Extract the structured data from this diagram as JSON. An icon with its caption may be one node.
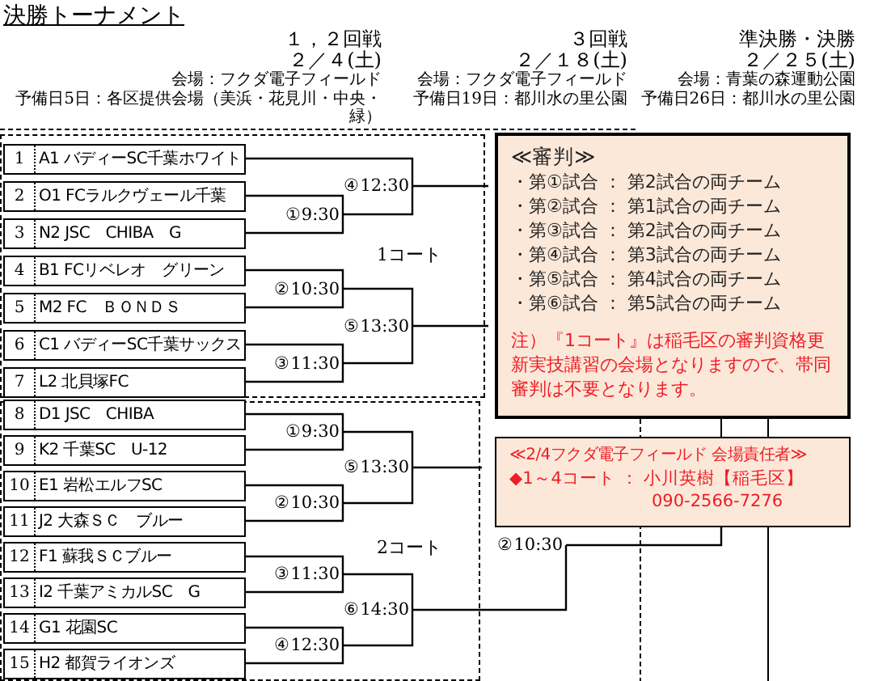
{
  "diagram": {
    "title": "決勝トーナメント",
    "nodes": [
      {
        "text": [
          "1コート"
        ]
      },
      {
        "text": [
          "1",
          "A1 バディーSC千葉ホワイト"
        ],
        "in": 0
      },
      {
        "text": [
          "2",
          "O1 FCラルクヴェール千葉"
        ],
        "in": 0
      },
      {
        "text": [
          "3",
          "N2 JSC　CHIBA　G"
        ],
        "in": 0
      },
      {
        "text": [
          "4",
          "B1 FCリベレオ　グリーン"
        ],
        "in": 0
      },
      {
        "text": [
          "5",
          "M2 FC　ＢＯＮＤＳ"
        ],
        "in": 0
      },
      {
        "text": [
          "6",
          "C1 バディーSC千葉サックス"
        ],
        "in": 0
      },
      {
        "text": [
          "7",
          "L2 北貝塚FC"
        ],
        "in": 0
      },
      {
        "text": [
          "④12:30"
        ],
        "in": 0
      },
      {
        "text": [
          "①9:30"
        ],
        "in": 0
      },
      {
        "text": [
          "②10:30"
        ],
        "in": 0
      },
      {
        "text": [
          "⑤13:30"
        ],
        "in": 0
      },
      {
        "text": [
          "③11:30"
        ],
        "in": 0
      },
      {
        "text": [
          "≪審判≫",
          "・第①試合 ： 第2試合の両チーム",
          "・第②試合 ： 第1試合の両チーム",
          "・第③試合 ： 第2試合の両チーム",
          "・第④試合 ： 第3試合の両チーム",
          "・第⑤試合 ： 第4試合の両チーム",
          "・第⑥試合 ： 第5試合の両チーム",
          "注）『1コート』は稲毛区の審判資格更新実技講習の会場となりますので、帯同審判は不要となります。"
        ]
      },
      {
        "text": [
          "2コート"
        ]
      },
      {
        "text": [
          "8",
          "D1 JSC　CHIBA"
        ],
        "in": 14
      },
      {
        "text": [
          "9",
          "K2 千葉SC　U-12"
        ],
        "in": 14
      },
      {
        "text": [
          "10",
          "E1 岩松エルフSC"
        ],
        "in": 14
      },
      {
        "text": [
          "11",
          "J2 大森ＳＣ　ブルー"
        ],
        "in": 14
      },
      {
        "text": [
          "12",
          "F1 蘇我ＳＣブルー"
        ],
        "in": 14
      },
      {
        "text": [
          "13",
          "I2 千葉アミカルSC　G"
        ],
        "in": 14
      },
      {
        "text": [
          "14",
          "G1 花園SC"
        ],
        "in": 14
      },
      {
        "text": [
          "15",
          "H2 都賀ライオンズ"
        ],
        "in": 14
      },
      {
        "text": [
          "①9:30"
        ],
        "in": 14
      },
      {
        "text": [
          "⑤13:30"
        ],
        "in": 14
      },
      {
        "text": [
          "②10:30"
        ],
        "in": 14
      },
      {
        "text": [
          "③11:30"
        ],
        "in": 14
      },
      {
        "text": [
          "⑥14:30"
        ],
        "in": 14
      },
      {
        "text": [
          "④12:30"
        ],
        "in": 14
      },
      {
        "text": [
          "≪2/4フクダ電子フィールド 会場責任者≫",
          "◆1～4コート ： 小川英樹【稲毛区】",
          "090-2566-7276"
        ]
      },
      {
        "text": [
          "②10:30"
        ]
      }
    ],
    "edges": [
      {
        "from": 1,
        "to": 8,
        "arrow": "none"
      },
      {
        "from": 2,
        "to": 9,
        "arrow": "none"
      },
      {
        "from": 3,
        "to": 9,
        "arrow": "none"
      },
      {
        "from": 9,
        "to": 8,
        "arrow": "none"
      },
      {
        "from": 4,
        "to": 10,
        "arrow": "none"
      },
      {
        "from": 5,
        "to": 10,
        "arrow": "none"
      },
      {
        "from": 6,
        "to": 12,
        "arrow": "none"
      },
      {
        "from": 7,
        "to": 12,
        "arrow": "none"
      },
      {
        "from": 10,
        "to": 11,
        "arrow": "none"
      },
      {
        "from": 12,
        "to": 11,
        "arrow": "none"
      },
      {
        "from": 8,
        "to": null,
        "arrow": "none"
      },
      {
        "from": 11,
        "to": null,
        "arrow": "none"
      },
      {
        "from": 15,
        "to": 23,
        "arrow": "none"
      },
      {
        "from": 16,
        "to": 23,
        "arrow": "none"
      },
      {
        "from": 17,
        "to": 25,
        "arrow": "none"
      },
      {
        "from": 18,
        "to": 25,
        "arrow": "none"
      },
      {
        "from": 23,
        "to": 24,
        "arrow": "none"
      },
      {
        "from": 25,
        "to": 24,
        "arrow": "none"
      },
      {
        "from": 19,
        "to": 26,
        "arrow": "none"
      },
      {
        "from": 20,
        "to": 26,
        "arrow": "none"
      },
      {
        "from": 21,
        "to": 28,
        "arrow": "none"
      },
      {
        "from": 22,
        "to": 28,
        "arrow": "none"
      },
      {
        "from": 26,
        "to": 27,
        "arrow": "none"
      },
      {
        "from": 28,
        "to": 27,
        "arrow": "none"
      },
      {
        "from": 24,
        "to": null,
        "arrow": "none"
      },
      {
        "from": 27,
        "to": 30,
        "arrow": "none"
      },
      {
        "from": 30,
        "to": 29,
        "arrow": "none"
      }
    ],
    "labels": [
      "１，２回戦",
      "２／４(土)",
      "会場：フクダ電子フィールド",
      "予備日5日：各区提供会場（美浜・花見川・中央・緑）",
      "３回戦",
      "２／１８(土)",
      "会場：フクダ電子フィールド",
      "予備日19日：都川水の里公園",
      "準決勝・決勝",
      "２／２５(土)",
      "会場：青葉の森運動公園",
      "予備日26日：都川水の里公園"
    ]
  }
}
